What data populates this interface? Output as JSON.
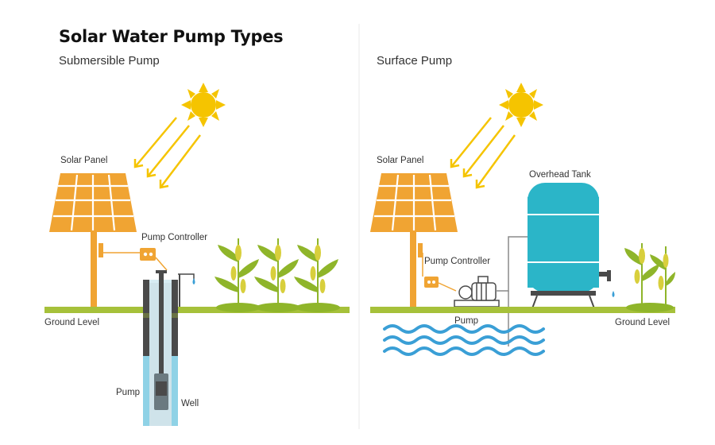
{
  "title": "Solar Water Pump Types",
  "left_panel": {
    "heading": "Submersible Pump",
    "labels": {
      "solar_panel": "Solar Panel",
      "pump_controller": "Pump Controller",
      "ground_level": "Ground Level",
      "pump": "Pump",
      "well": "Well"
    }
  },
  "right_panel": {
    "heading": "Surface Pump",
    "labels": {
      "solar_panel": "Solar Panel",
      "overhead_tank": "Overhead Tank",
      "pump_controller": "Pump Controller",
      "pump": "Pump",
      "ground_level": "Ground Level"
    }
  },
  "colors": {
    "sun": "#f5c400",
    "panel_orange": "#f0a433",
    "ground_green": "#a6c13a",
    "plant_green": "#8fb52a",
    "plant_yellow": "#d8cf3c",
    "tank_blue": "#2bb5c8",
    "water_blue": "#3a9fd6",
    "pipe_dark": "#4a4a4a"
  }
}
